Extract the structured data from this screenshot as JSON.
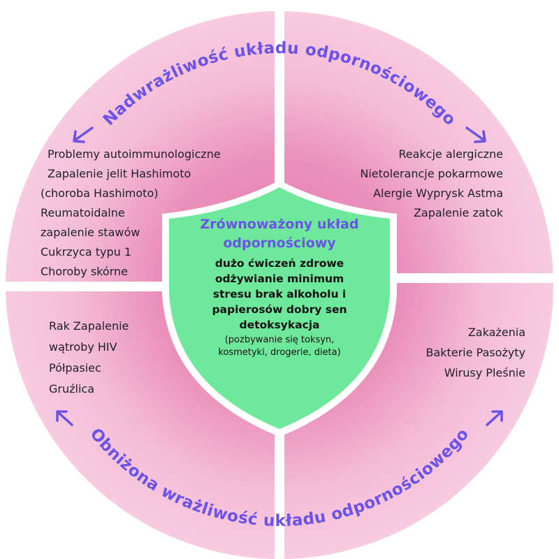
{
  "colors": {
    "ring": "#f4bdd5",
    "ring_inner_glow": "#ea8fbb",
    "divider": "#ffffff",
    "shield": "#6ee89b",
    "accent_text": "#6b52e8",
    "body_text": "#1f1f2a"
  },
  "arcs": {
    "top": "Nadwrażliwość układu odpornościowego",
    "bottom": "Obniżona wrażliwość układu odpornościowego"
  },
  "arrow_icons": [
    "arrow-left-icon",
    "arrow-right-icon",
    "arrow-left-icon",
    "arrow-right-icon"
  ],
  "quadrants": {
    "top_left": [
      "Problemy autoimmunologiczne",
      "Zapalenie jelit Hashimoto",
      "(choroba Hashimoto)",
      "Reumatoidalne",
      "zapalenie stawów",
      "Cukrzyca typu 1",
      "Choroby skórne"
    ],
    "top_right": [
      "Reakcje alergiczne",
      "Nietolerancje pokarmowe",
      "Alergie Wyprysk Astma",
      "Zapalenie zatok"
    ],
    "bottom_left": [
      "Rak Zapalenie",
      "wątroby HIV",
      "Półpasiec",
      "Gruźlica"
    ],
    "bottom_right": [
      "Zakażenia",
      "Bakterie Pasożyty",
      "Wirusy Pleśnie"
    ]
  },
  "shield": {
    "title_line1": "Zrównoważony układ",
    "title_line2": "odpornościowy",
    "body": [
      "dużo ćwiczeń zdrowe",
      "odżywianie minimum",
      "stresu brak alkoholu i",
      "papierosów dobry sen",
      "detoksykacja"
    ],
    "note": [
      "(pozbywanie się toksyn,",
      "kosmetyki, drogerie, dieta)"
    ]
  }
}
